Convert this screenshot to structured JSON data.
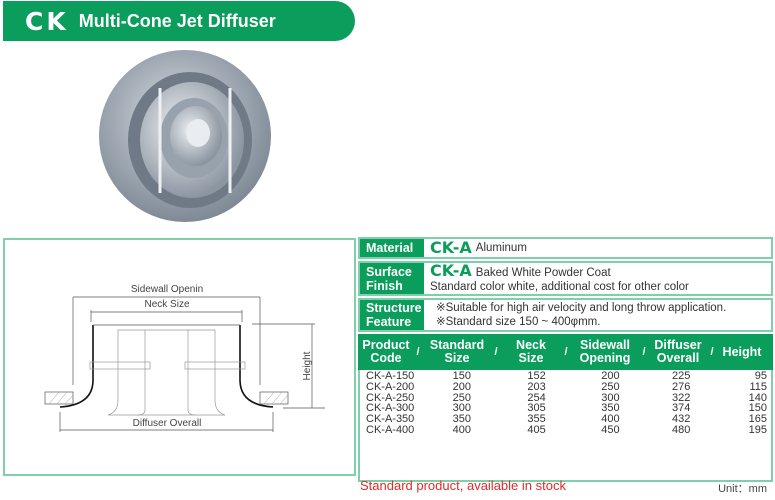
{
  "header": {
    "code": "CK",
    "title": "Multi-Cone Jet Diffuser"
  },
  "diagram": {
    "sidewall": "Sidewall Openin",
    "neck": "Neck Size",
    "height": "Height",
    "overall": "Diffuser Overall"
  },
  "specs": {
    "material": {
      "label1": "Material",
      "code": "CK-A",
      "text": "Aluminum"
    },
    "surface": {
      "label1": "Surface",
      "label2": "Finish",
      "code": "CK-A",
      "text": "Baked White Powder Coat",
      "note": "Standard color white, additional cost for other color"
    },
    "structure": {
      "label1": "Structure",
      "label2": "Feature",
      "line1": "※Suitable for high air velocity and long throw application.",
      "line2": "※Standard size 150 ~ 400φmm."
    }
  },
  "table": {
    "headers": [
      [
        "Product",
        "Code"
      ],
      [
        "Standard",
        "Size"
      ],
      [
        "Neck",
        "Size"
      ],
      [
        "Sidewall",
        "Opening"
      ],
      [
        "Diffuser",
        "Overall"
      ],
      [
        "Height",
        ""
      ]
    ],
    "separator": "/",
    "rows": [
      [
        "CK-A-150",
        "150",
        "152",
        "200",
        "225",
        "95"
      ],
      [
        "CK-A-200",
        "200",
        "203",
        "250",
        "276",
        "115"
      ],
      [
        "CK-A-250",
        "250",
        "254",
        "300",
        "322",
        "140"
      ],
      [
        "CK-A-300",
        "300",
        "305",
        "350",
        "374",
        "150"
      ],
      [
        "CK-A-350",
        "350",
        "355",
        "400",
        "432",
        "165"
      ],
      [
        "CK-A-400",
        "400",
        "405",
        "450",
        "480",
        "195"
      ]
    ]
  },
  "footer": {
    "stock": "Standard product, available in stock",
    "unit": "Unit：mm"
  },
  "colors": {
    "green": "#0a9d5c",
    "border": "#7fcfab",
    "red": "#e02b2b"
  }
}
